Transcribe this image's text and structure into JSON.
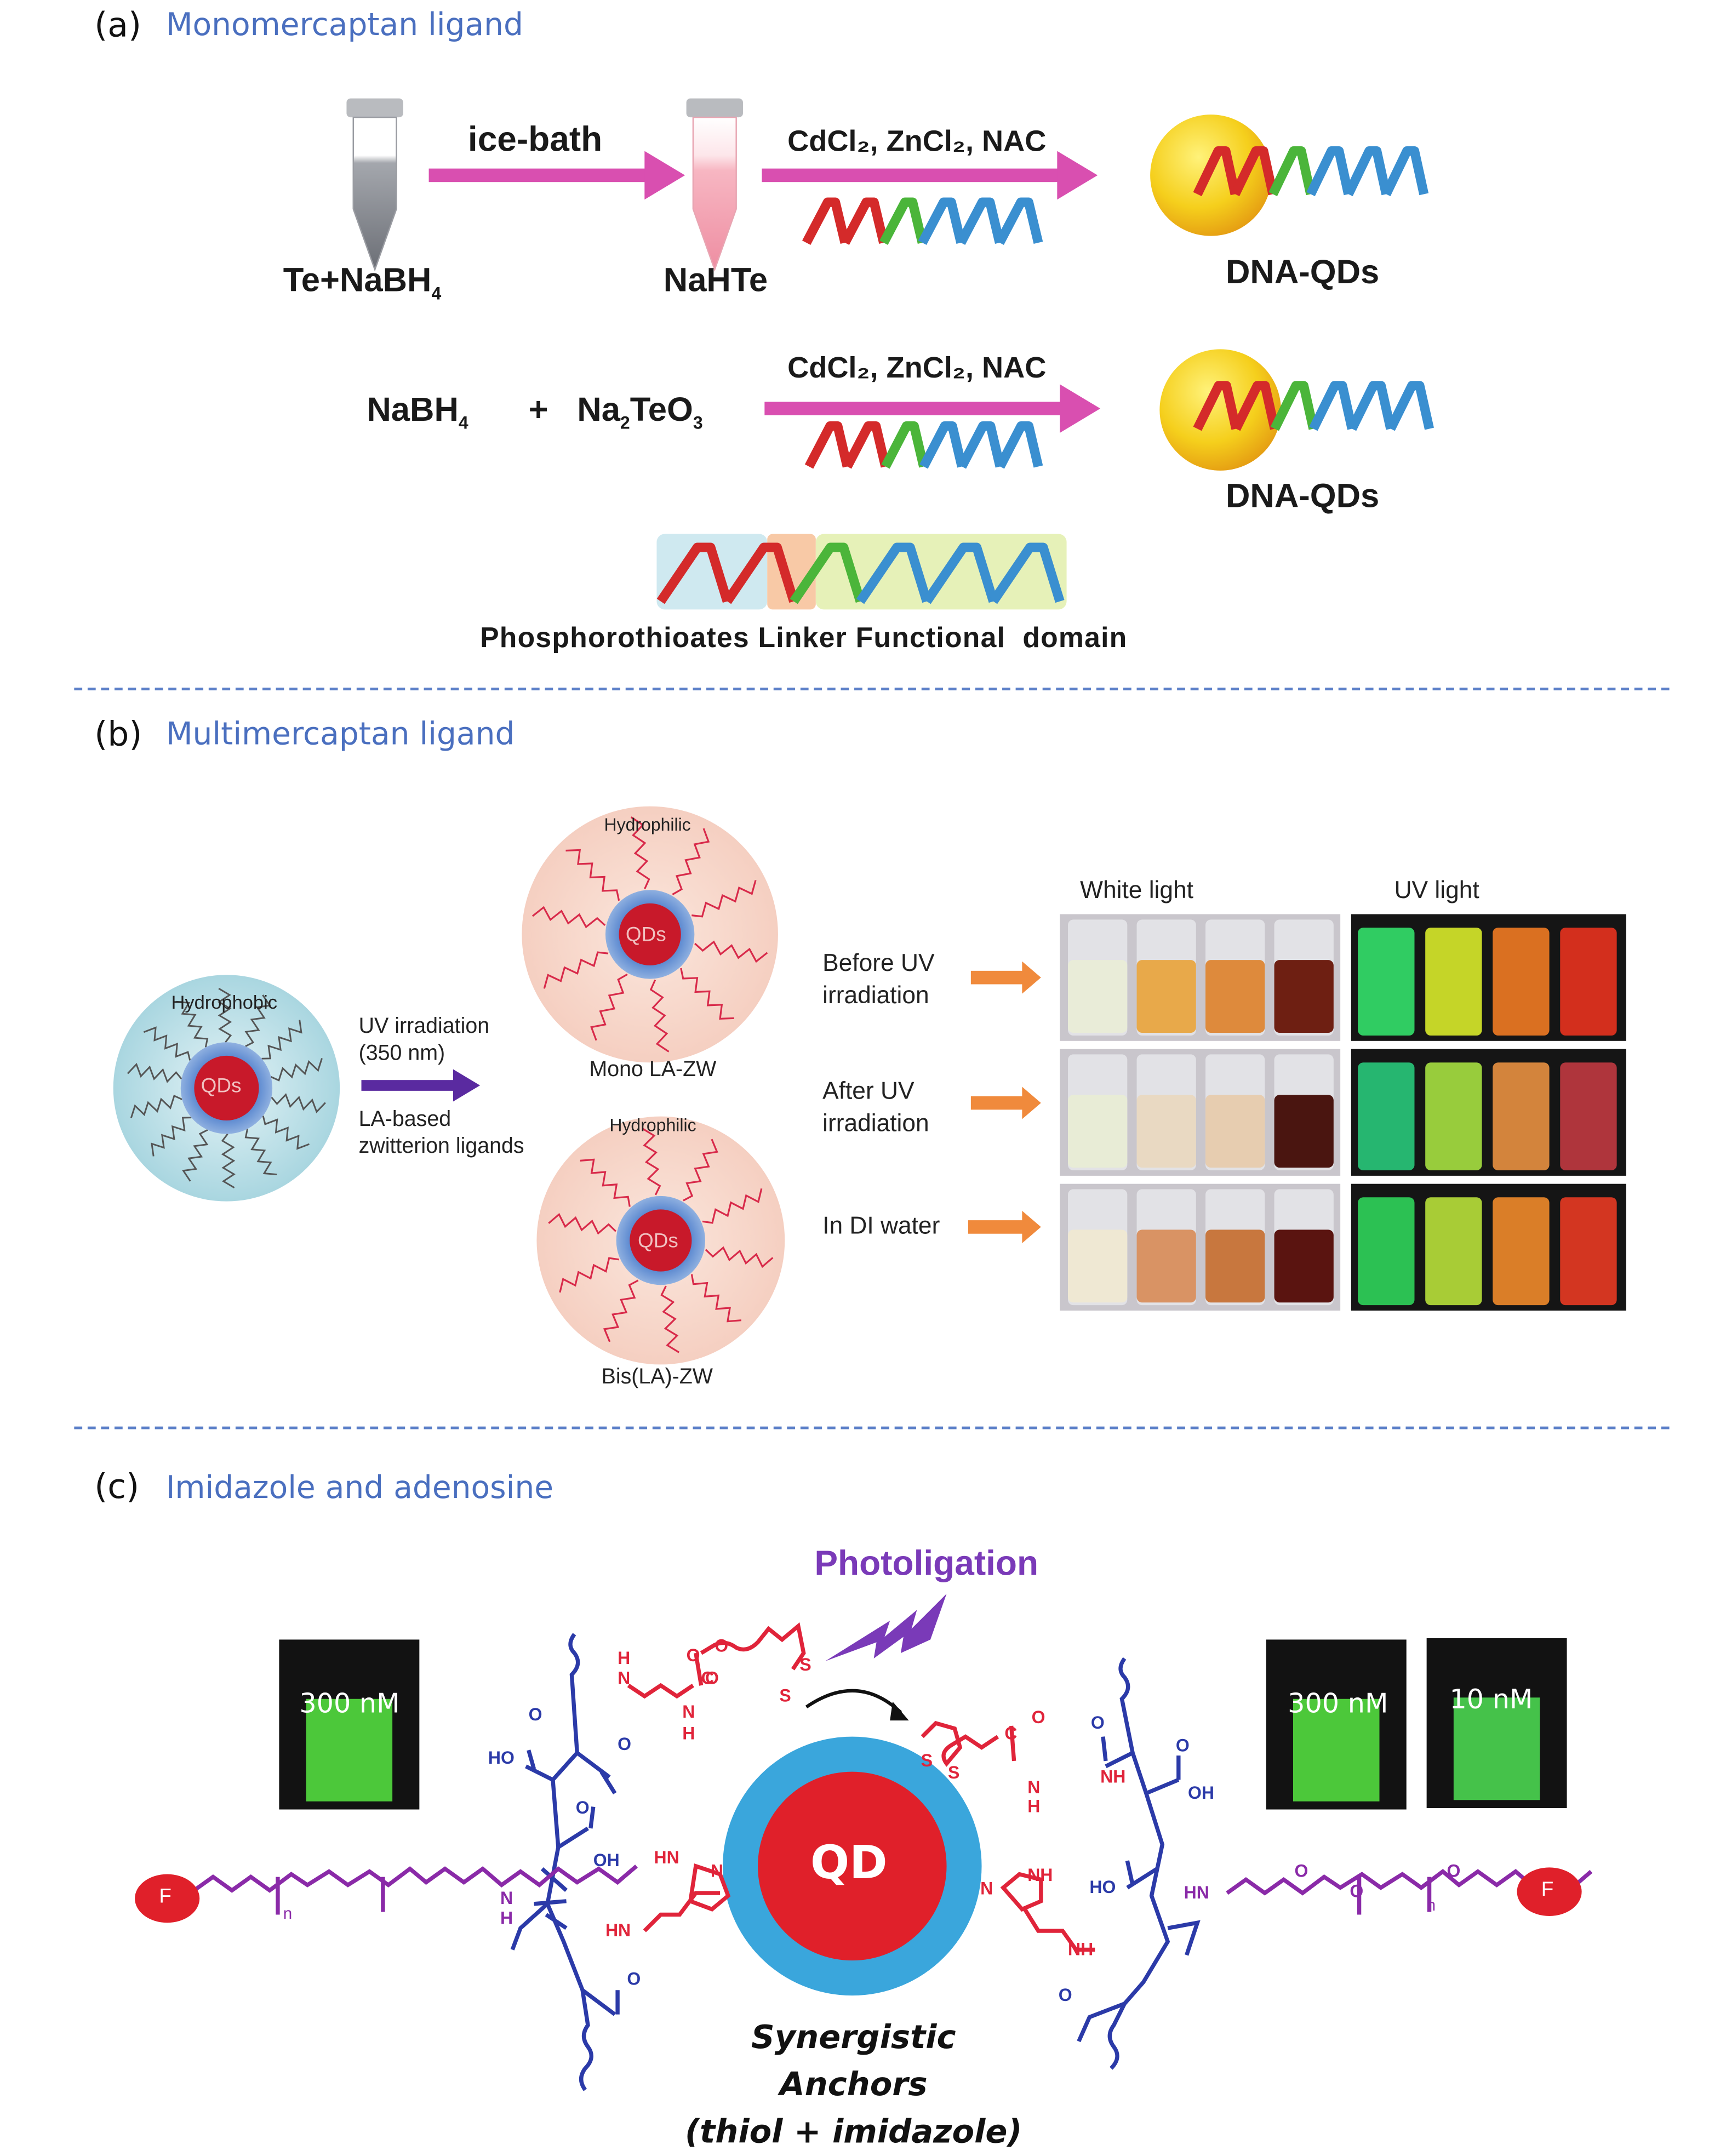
{
  "panels": {
    "a": {
      "letter": "(a)",
      "title": "Monomercaptan ligand",
      "route1": {
        "start_label": "Te+NaBH",
        "start_sub": "4",
        "step1_label": "ice-bath",
        "intermediate_label": "NaHTe",
        "step2_label": "CdCl₂, ZnCl₂, NAC",
        "product_label": "DNA-QDs"
      },
      "route2": {
        "reactant1": "NaBH",
        "reactant1_sub": "4",
        "plus": "+",
        "reactant2a": "Na",
        "reactant2_sub1": "2",
        "reactant2b": "TeO",
        "reactant2_sub2": "3",
        "step_label": "CdCl₂, ZnCl₂, NAC",
        "product_label": "DNA-QDs"
      },
      "dna_legend": {
        "domains": [
          "Phosphorothioates",
          "Linker",
          "Functional  domain"
        ],
        "colors": [
          "#d42a2a",
          "#4bb53a",
          "#3a8fd0"
        ],
        "box_colors": [
          "#cfe9f0",
          "#f8c9a6",
          "#e6f1b8"
        ]
      },
      "colors": {
        "arrow": "#d94fb0",
        "qd": "#f2c21a",
        "tube_grey": "#8c8f96",
        "tube_pink": "#f3a3b3"
      }
    },
    "b": {
      "letter": "(b)",
      "title": "Multimercaptan ligand",
      "hydrophobic_label": "Hydrophobic",
      "qd_label": "QDs",
      "arrow_top": [
        "UV irradiation",
        "(350 nm)"
      ],
      "arrow_bottom": [
        "LA-based",
        "zwitterion ligands"
      ],
      "mono": {
        "top_label": "Hydrophilic",
        "core_label": "QDs",
        "caption": "Mono LA-ZW"
      },
      "bis": {
        "top_label": "Hydrophilic",
        "core_label": "QDs",
        "caption": "Bis(LA)-ZW"
      },
      "photo_headers": [
        "White light",
        "UV light"
      ],
      "rows": [
        {
          "label": [
            "Before UV",
            "irradiation"
          ]
        },
        {
          "label": [
            "After UV",
            "irradiation"
          ]
        },
        {
          "label": [
            "In DI water"
          ]
        }
      ],
      "white_light_colors": [
        [
          "#e9ecd8",
          "#e8a94a",
          "#de8a3c",
          "#6e1f12"
        ],
        [
          "#e8ecd6",
          "#e9d9c2",
          "#e7cdb0",
          "#4a1510"
        ],
        [
          "#efe8d3",
          "#d99364",
          "#c8773e",
          "#5a1410"
        ]
      ],
      "uv_light_colors": [
        [
          "#33e06a",
          "#d8ea2a",
          "#f07a22",
          "#e8321e"
        ],
        [
          "#28c87a",
          "#a6e040",
          "#e89040",
          "#c03840"
        ],
        [
          "#2fd45a",
          "#b8e03a",
          "#f08a2a",
          "#e83a22"
        ]
      ],
      "colors": {
        "row_arrow": "#f08a3c",
        "uv_arrow": "#5a2aa0",
        "hydrophobic_bg": "#bfe0e8",
        "hydrophilic_bg": "#f7d4c8",
        "core": "#c8192a",
        "shell": "#4f7fcc"
      }
    },
    "c": {
      "letter": "(c)",
      "title": "Imidazole and adenosine",
      "photoligation_label": "Photoligation",
      "qd_label": "QD",
      "anchors_caption": [
        "Synergistic Anchors",
        "(thiol + imidazole)"
      ],
      "vials_left": [
        {
          "label": "300 nM",
          "color": "#4cc83a"
        }
      ],
      "vials_right": [
        {
          "label": "300 nM",
          "color": "#4cc83a"
        },
        {
          "label": "10 nM",
          "color": "#45c24a"
        }
      ],
      "fluorophore_label": "F",
      "peg_repeat_label": "n",
      "atom_labels": {
        "left": [
          "HO",
          "O",
          "O",
          "OH",
          "O",
          "O",
          "H",
          "N",
          "N",
          "H",
          "HN",
          "N",
          "HN",
          "N",
          "H",
          "O",
          "O",
          "O",
          "C",
          "S",
          "S"
        ],
        "right": [
          "S",
          "S",
          "C",
          "O",
          "NH",
          "N",
          "H",
          "O",
          "OH",
          "O",
          "HO",
          "HN",
          "NH",
          "N",
          "NH",
          "O",
          "O",
          "O",
          "O"
        ]
      },
      "colors": {
        "polymer": "#2b3aa8",
        "anchor": "#e0243a",
        "peg": "#8a2aa8",
        "photoligation": "#7a3ab8",
        "qd_core": "#e0202a",
        "qd_shell": "#3aa6dc",
        "fluorophore": "#e0202a"
      }
    }
  }
}
